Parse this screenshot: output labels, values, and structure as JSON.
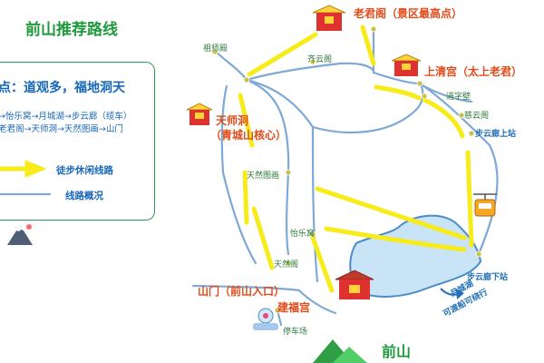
{
  "title": "前山推荐路线",
  "panel": {
    "theme": "点：道观多，福地洞天",
    "route_line_1": "→怡乐窝→月城湖→步云廊（缆车）",
    "route_line_2": "老君阁→天师洞→天然图画→山门",
    "legend_hiking": "徒步休闲线路",
    "legend_route": "线路概况"
  },
  "places": {
    "laojunge": "老君阁（景区最高点）",
    "shangqinggong": "上清宫（太上老君）",
    "tianshidong_1": "天师洞",
    "tianshidong_2": "（青城山核心）",
    "shanmen": "山门（前山入口）",
    "jianfugong": "建福宫",
    "zushidian": "祖师殿",
    "qiyunge": "齐云阁",
    "daozibi": "道字壁",
    "ciyunge": "慈云阁",
    "buyunlang_shang": "步云廊上站",
    "buyunlang_xia": "步云廊下站",
    "tianrantuhua": "天然图画",
    "yilewo": "怡乐窝",
    "tianrange": "天然阁",
    "parking": "停车场",
    "lake_1": "月城湖",
    "lake_2": "可渡船可绕行",
    "bottom_title": "前山"
  },
  "colors": {
    "hiking_path": "#f7ec1a",
    "route_line": "#7ea9d6",
    "title_green": "#1f9a3c",
    "label_orange": "#e04b1a",
    "label_blue": "#1667b8",
    "station_dot": "#c9c34a",
    "lake": "#c9e4f7"
  },
  "icons": [
    "temple-icon",
    "cable-car-icon",
    "mountain-icon",
    "car-icon"
  ]
}
